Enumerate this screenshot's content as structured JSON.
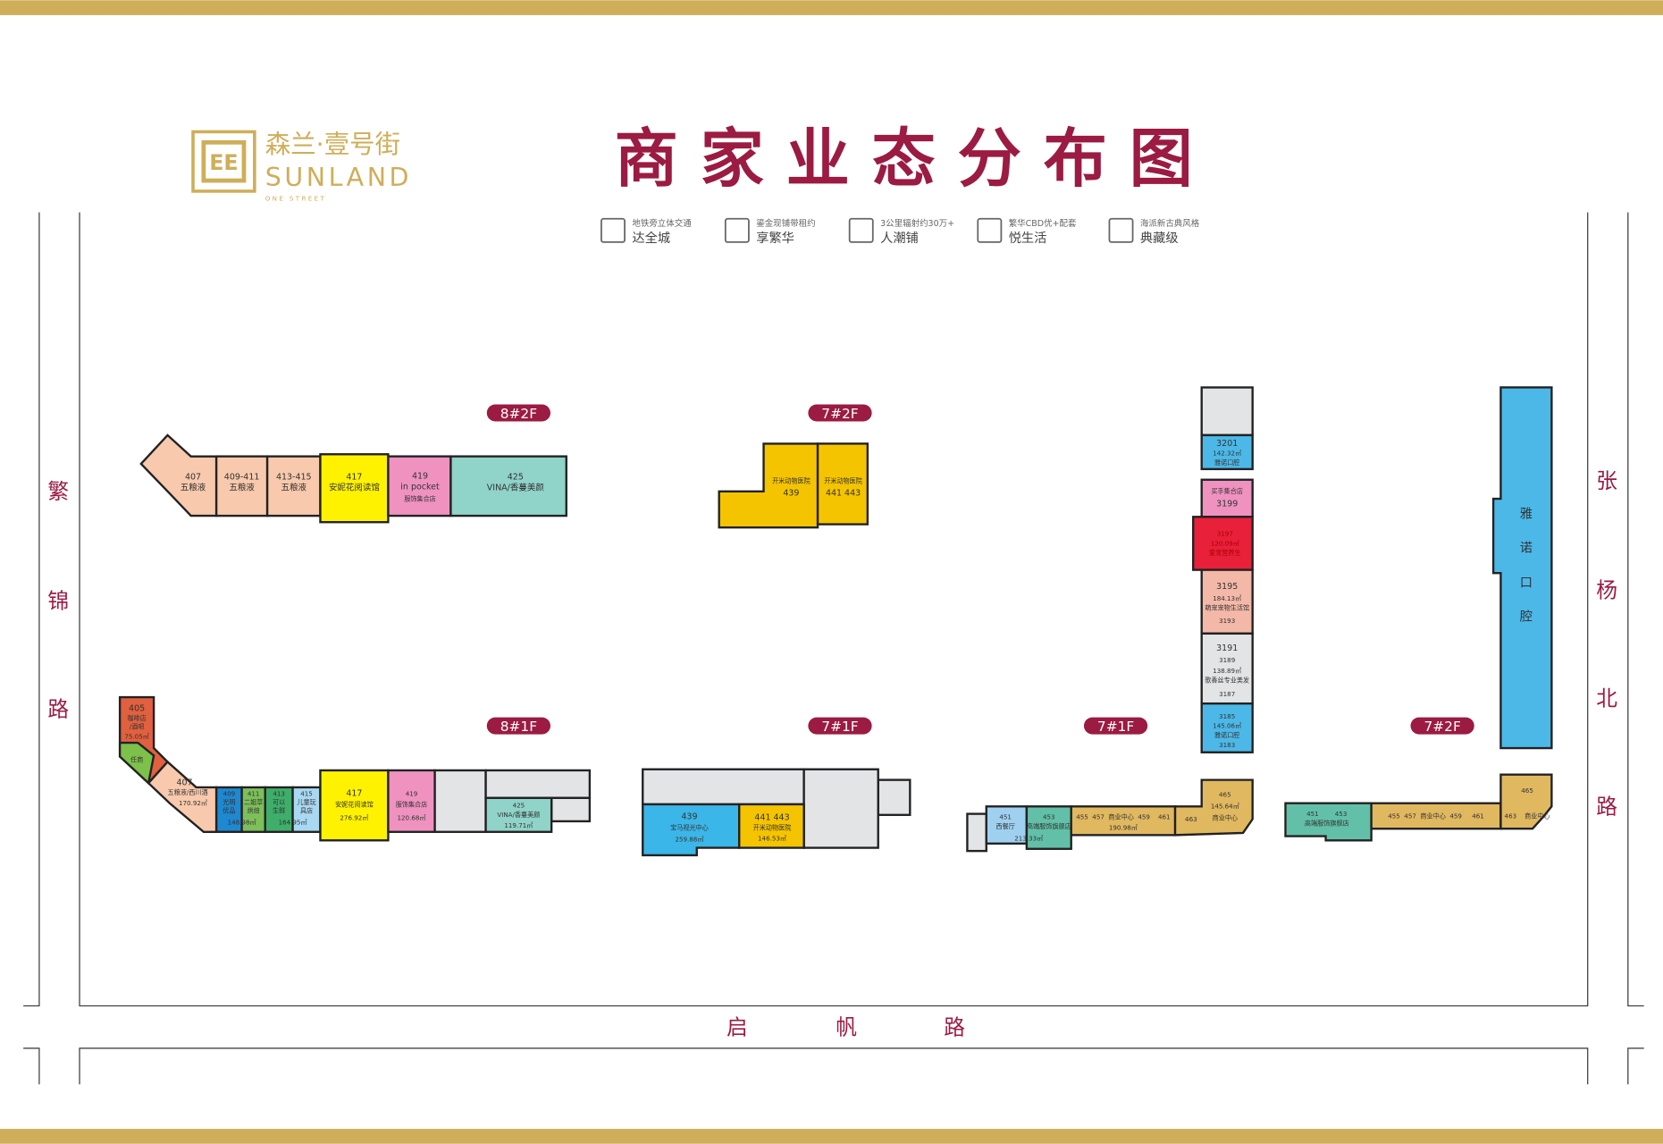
{
  "logo": {
    "cn": "森兰·壹号街",
    "en": "SUNLAND",
    "sub": "ONE STREET"
  },
  "title": "商 家 业 态 分 布 图",
  "features": [
    {
      "icon": "train-icon",
      "small": "地铁旁立体交通",
      "big": "达全城"
    },
    {
      "icon": "cart-icon",
      "small": "鎏金现铺带租约",
      "big": "享繁华"
    },
    {
      "icon": "people-icon",
      "small": "3公里辐射约30万+",
      "big": "人潮铺"
    },
    {
      "icon": "star-badge-icon",
      "small": "繁华CBD优+配套",
      "big": "悦生活"
    },
    {
      "icon": "snowflake-icon",
      "small": "海派新古典风格",
      "big": "典藏级"
    }
  ],
  "roads": {
    "left": [
      "繁",
      "锦",
      "路"
    ],
    "right": [
      "张",
      "杨",
      "北",
      "路"
    ],
    "bottom": [
      "启",
      "帆",
      "路"
    ]
  },
  "floor_labels": [
    "8#2F",
    "7#2F",
    "8#1F",
    "7#1F",
    "7#1F",
    "7#2F"
  ],
  "colors": {
    "brand": "#9b1b42",
    "gold": "#cfae5a"
  },
  "stores": {
    "b8_2f": [
      [
        "407",
        "五粮液"
      ],
      [
        "409-411",
        "五粮液"
      ],
      [
        "413-415",
        "五粮液"
      ],
      [
        "417",
        "安妮花阅读馆"
      ],
      [
        "419",
        "in pocket",
        "服饰集合店"
      ],
      [
        "425",
        "VINA/香蔓美颜"
      ]
    ],
    "b7_2f": [
      [
        "开米动物医院",
        "439"
      ],
      [
        "开米动物医院",
        "441  443"
      ]
    ],
    "b8_1f": [
      [
        "405",
        "咖啡店",
        "/酒吧",
        "75.05㎡"
      ],
      [
        "任商"
      ],
      [
        "407",
        "五粮液/西川酒",
        "170.92㎡"
      ],
      [
        "409",
        "光明",
        "优品"
      ],
      [
        "411",
        "二姐草",
        "烘焙"
      ],
      [
        "413",
        "可以",
        "生鲜"
      ],
      [
        "415",
        "儿童玩",
        "具店"
      ],
      [
        "148.98㎡"
      ],
      [
        "164.95㎡"
      ],
      [
        "417",
        "安妮花阅读馆",
        "276.92㎡"
      ],
      [
        "419",
        "服饰集合店",
        "120.68㎡"
      ],
      [
        "425",
        "VINA/香蔓美颜",
        "119.71㎡"
      ]
    ],
    "b7_1f_mid": [
      [
        "439",
        "宝马视光中心",
        "259.88㎡"
      ],
      [
        "441   443",
        "开米动物医院",
        "146.53㎡"
      ]
    ],
    "tower": [
      [
        "3201",
        "142.32㎡",
        "雅诺口腔"
      ],
      [
        "买手集合店",
        "3199"
      ],
      [
        "3197",
        "120.09㎡",
        "爱宠营养生"
      ],
      [
        "3195",
        "184.13㎡",
        "萌宠宠物生活馆",
        "3193"
      ],
      [
        "3191",
        "3189",
        "138.89㎡",
        "歌香丝专业美发",
        "3187"
      ],
      [
        "3185",
        "145.06㎡",
        "雅诺口腔",
        "3183"
      ]
    ],
    "b7_1f_right": [
      [
        "451",
        "西餐厅"
      ],
      [
        "453",
        "高端服饰旗舰店"
      ],
      [
        "213.33㎡"
      ],
      [
        "455  457  商业中心  459    461"
      ],
      [
        "190.98㎡"
      ],
      [
        "463"
      ],
      [
        "465",
        "145.64㎡",
        "商业中心"
      ]
    ],
    "b7_2f_right": [
      [
        "雅",
        "诺",
        "口",
        "腔"
      ],
      [
        "451        453",
        "高端服饰旗舰店"
      ],
      [
        "455  457  商业中心  459     461"
      ],
      [
        "463    商业中心"
      ],
      [
        "465"
      ]
    ]
  }
}
